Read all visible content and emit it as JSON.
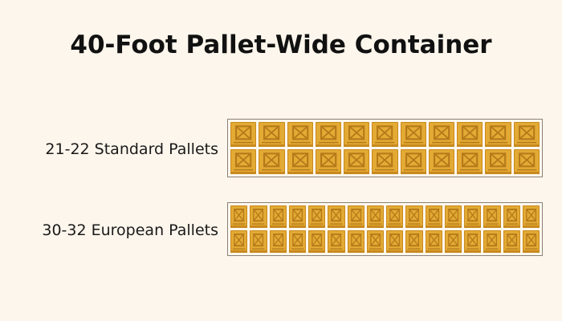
{
  "title": "40-Foot Pallet-Wide Container",
  "rows": [
    {
      "label": "21-22 Standard Pallets",
      "columns": 11,
      "tiers": 2
    },
    {
      "label": "30-32 European Pallets",
      "columns": 16,
      "tiers": 2
    }
  ],
  "colors": {
    "background": "#fdf6ec",
    "pallet": "#e3aa34",
    "pallet_edge": "#c8891e",
    "crate_mark": "#b5791a",
    "container_border": "#8a8079"
  },
  "icons": {
    "pallet": "crate-pallet-icon"
  }
}
